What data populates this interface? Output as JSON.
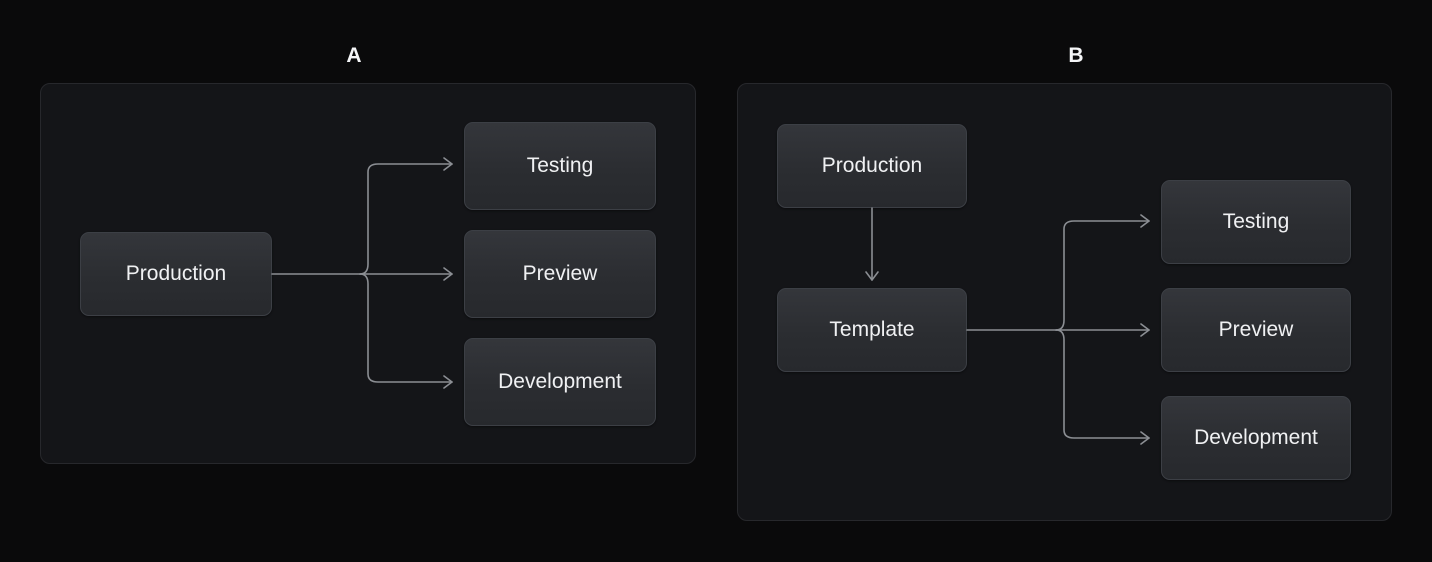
{
  "background_color": "#0a0a0b",
  "panel_color": "#141518",
  "panel_border_color": "#27282c",
  "node_color": "#2e3034",
  "node_border_color": "#3c3f45",
  "text_color": "#f0f1f3",
  "edge_color": "#8b8e93",
  "panels": [
    {
      "label": "A",
      "nodes": {
        "source": "Production",
        "targets": [
          "Testing",
          "Preview",
          "Development"
        ]
      }
    },
    {
      "label": "B",
      "nodes": {
        "source": "Production",
        "intermediate": "Template",
        "targets": [
          "Testing",
          "Preview",
          "Development"
        ]
      }
    }
  ],
  "diagram_data": {
    "type": "flowchart",
    "panel_a": {
      "title": "A",
      "nodes": [
        "Production",
        "Testing",
        "Preview",
        "Development"
      ],
      "edges": [
        {
          "from": "Production",
          "to": "Testing",
          "style": "elbow-arrow"
        },
        {
          "from": "Production",
          "to": "Preview",
          "style": "straight-arrow"
        },
        {
          "from": "Production",
          "to": "Development",
          "style": "elbow-arrow"
        }
      ]
    },
    "panel_b": {
      "title": "B",
      "nodes": [
        "Production",
        "Template",
        "Testing",
        "Preview",
        "Development"
      ],
      "edges": [
        {
          "from": "Production",
          "to": "Template",
          "style": "vertical-arrow"
        },
        {
          "from": "Template",
          "to": "Testing",
          "style": "elbow-arrow"
        },
        {
          "from": "Template",
          "to": "Preview",
          "style": "straight-arrow"
        },
        {
          "from": "Template",
          "to": "Development",
          "style": "elbow-arrow"
        }
      ]
    }
  }
}
